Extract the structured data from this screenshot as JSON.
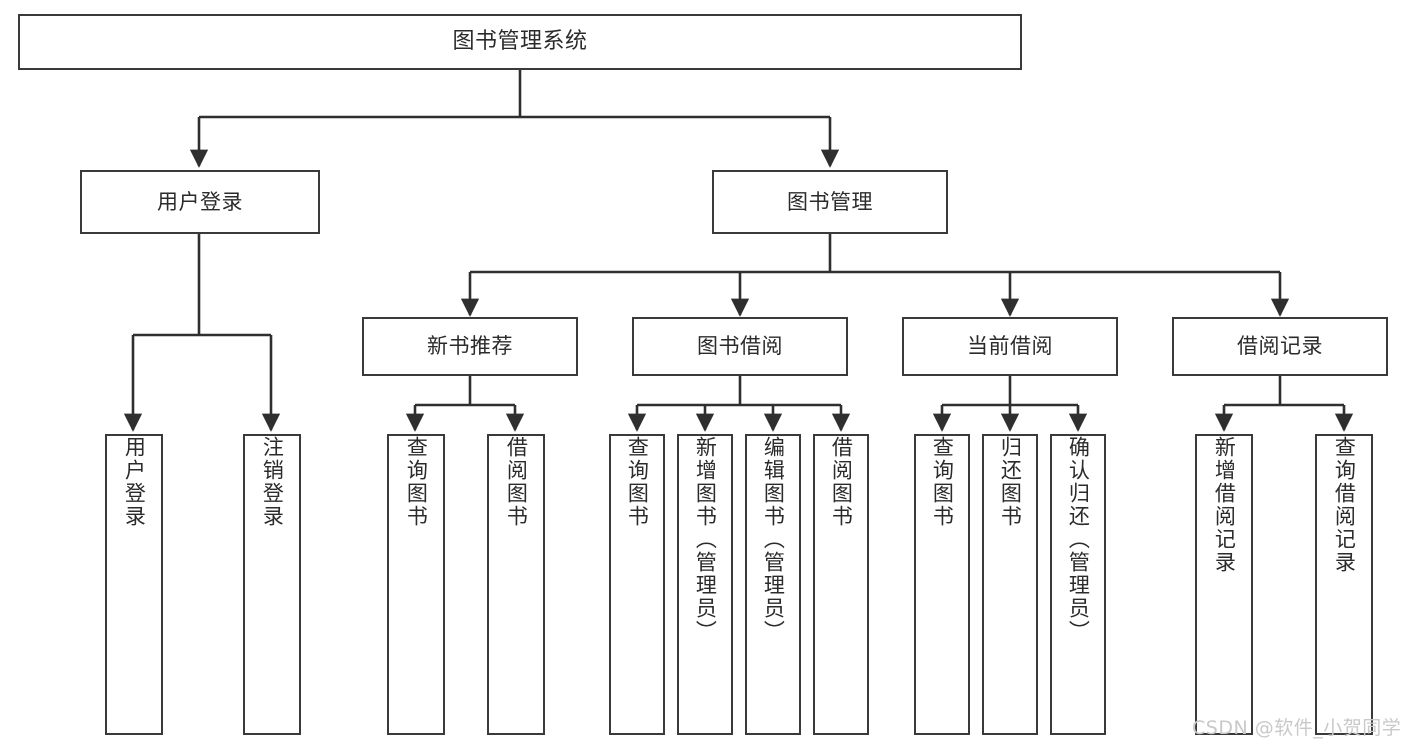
{
  "diagram": {
    "title": "图书管理系统",
    "watermark": "CSDN @软件_小贺同学",
    "colors": {
      "stroke": "#3a3a3a",
      "fill": "#ffffff",
      "text": "#2b2b2b",
      "watermark": "#c9c9c9"
    },
    "nodes": {
      "root": "图书管理系统",
      "level2": [
        "用户登录",
        "图书管理"
      ],
      "level3": [
        "新书推荐",
        "图书借阅",
        "当前借阅",
        "借阅记录"
      ],
      "leaves_user_login": [
        "用户登录",
        "注销登录"
      ],
      "leaves_new_book": [
        "查询图书",
        "借阅图书"
      ],
      "leaves_borrow": [
        "查询图书",
        "新增图书（管理员）",
        "编辑图书（管理员）",
        "借阅图书"
      ],
      "leaves_current": [
        "查询图书",
        "归还图书",
        "确认归还（管理员）"
      ],
      "leaves_records": [
        "新增借阅记录",
        "查询借阅记录"
      ]
    }
  }
}
